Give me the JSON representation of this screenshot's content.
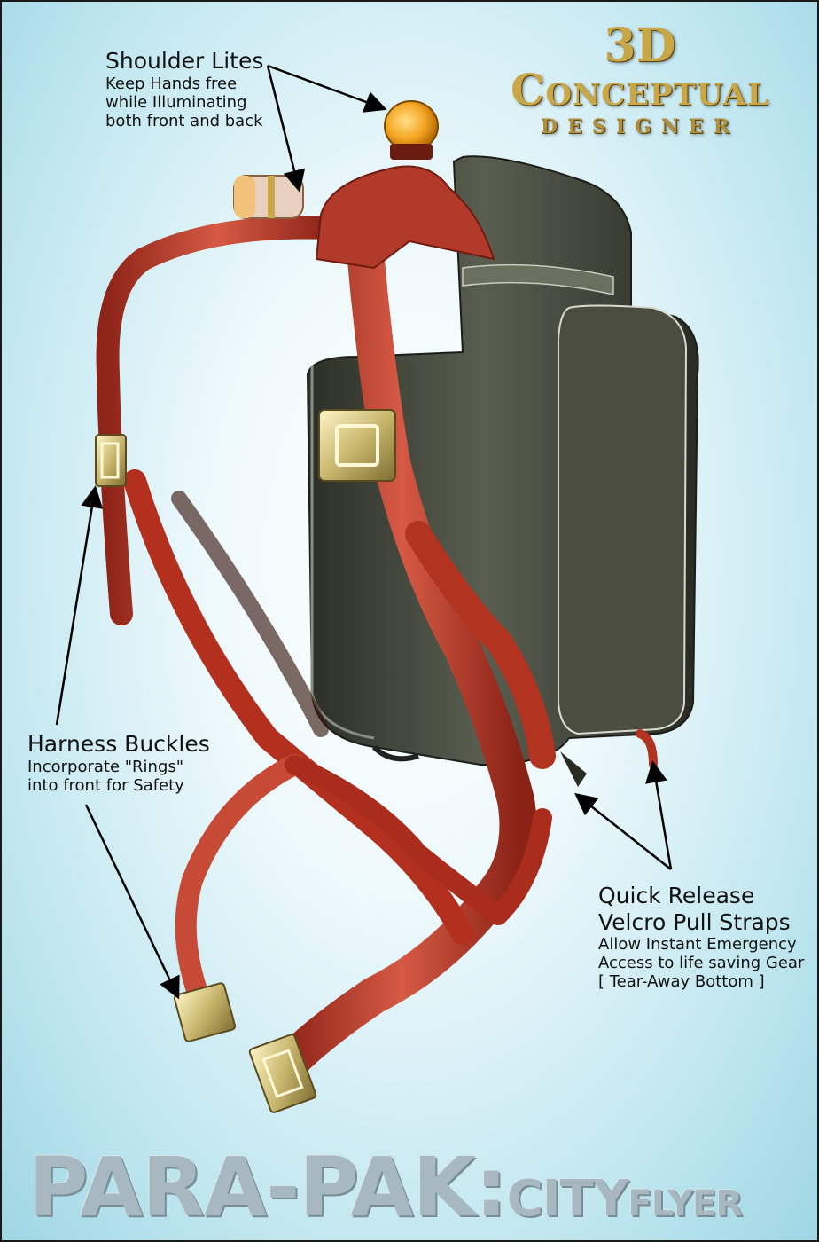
{
  "logo": {
    "line1": "3D",
    "line2": "Conceptual",
    "line3": "DESIGNER"
  },
  "callouts": {
    "shoulder": {
      "heading": "Shoulder Lites",
      "lines": [
        "Keep Hands free",
        "while Illuminating",
        "both front and back"
      ]
    },
    "harness": {
      "heading": "Harness Buckles",
      "lines": [
        "Incorporate \"Rings\"",
        "into front for Safety"
      ]
    },
    "release": {
      "heading_line1": "Quick Release",
      "heading_line2": "Velcro Pull Straps",
      "lines": [
        "Allow Instant Emergency",
        "Access to life saving Gear",
        "[ Tear-Away Bottom ]"
      ]
    }
  },
  "title": {
    "part1": "PARA-PAK:",
    "part2": "CITY",
    "part3": "FLYER"
  },
  "colors": {
    "strap": "#c0392b",
    "pack": "#3a3d33",
    "buckle": "#d8c98a",
    "light": "#f5a623",
    "background": "#d4eef5"
  }
}
